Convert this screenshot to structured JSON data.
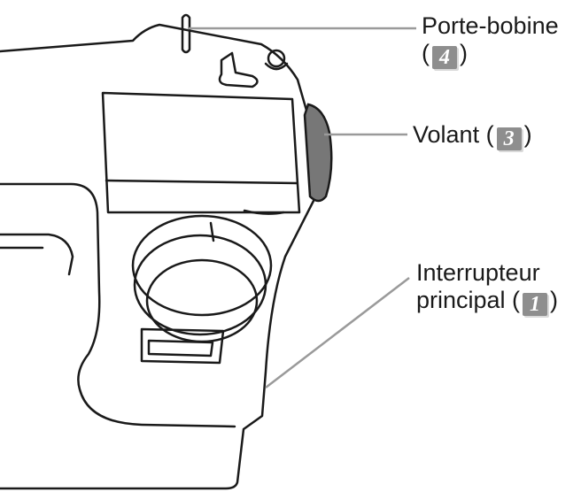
{
  "labels": {
    "porte_bobine": {
      "text": "Porte-bobine",
      "open": "(",
      "badge": "4",
      "close": ")"
    },
    "volant": {
      "text": "Volant (",
      "badge": "3",
      "close": ")"
    },
    "interrupteur": {
      "line1": "Interrupteur",
      "line2": "principal (",
      "badge": "1",
      "close": ")"
    }
  },
  "colors": {
    "outline": "#1a1a1a",
    "leader_line": "#9a9a9a",
    "badge_bg": "#8e8e8e",
    "handwheel_fill": "#777777"
  }
}
